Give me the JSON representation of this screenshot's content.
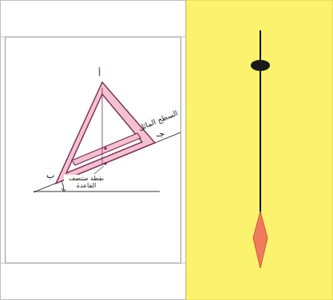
{
  "diagram": {
    "labels": [
      "أ",
      "ب",
      "جـ",
      "السطح المائل",
      "نقطة منتصف القاعدة"
    ]
  }
}
